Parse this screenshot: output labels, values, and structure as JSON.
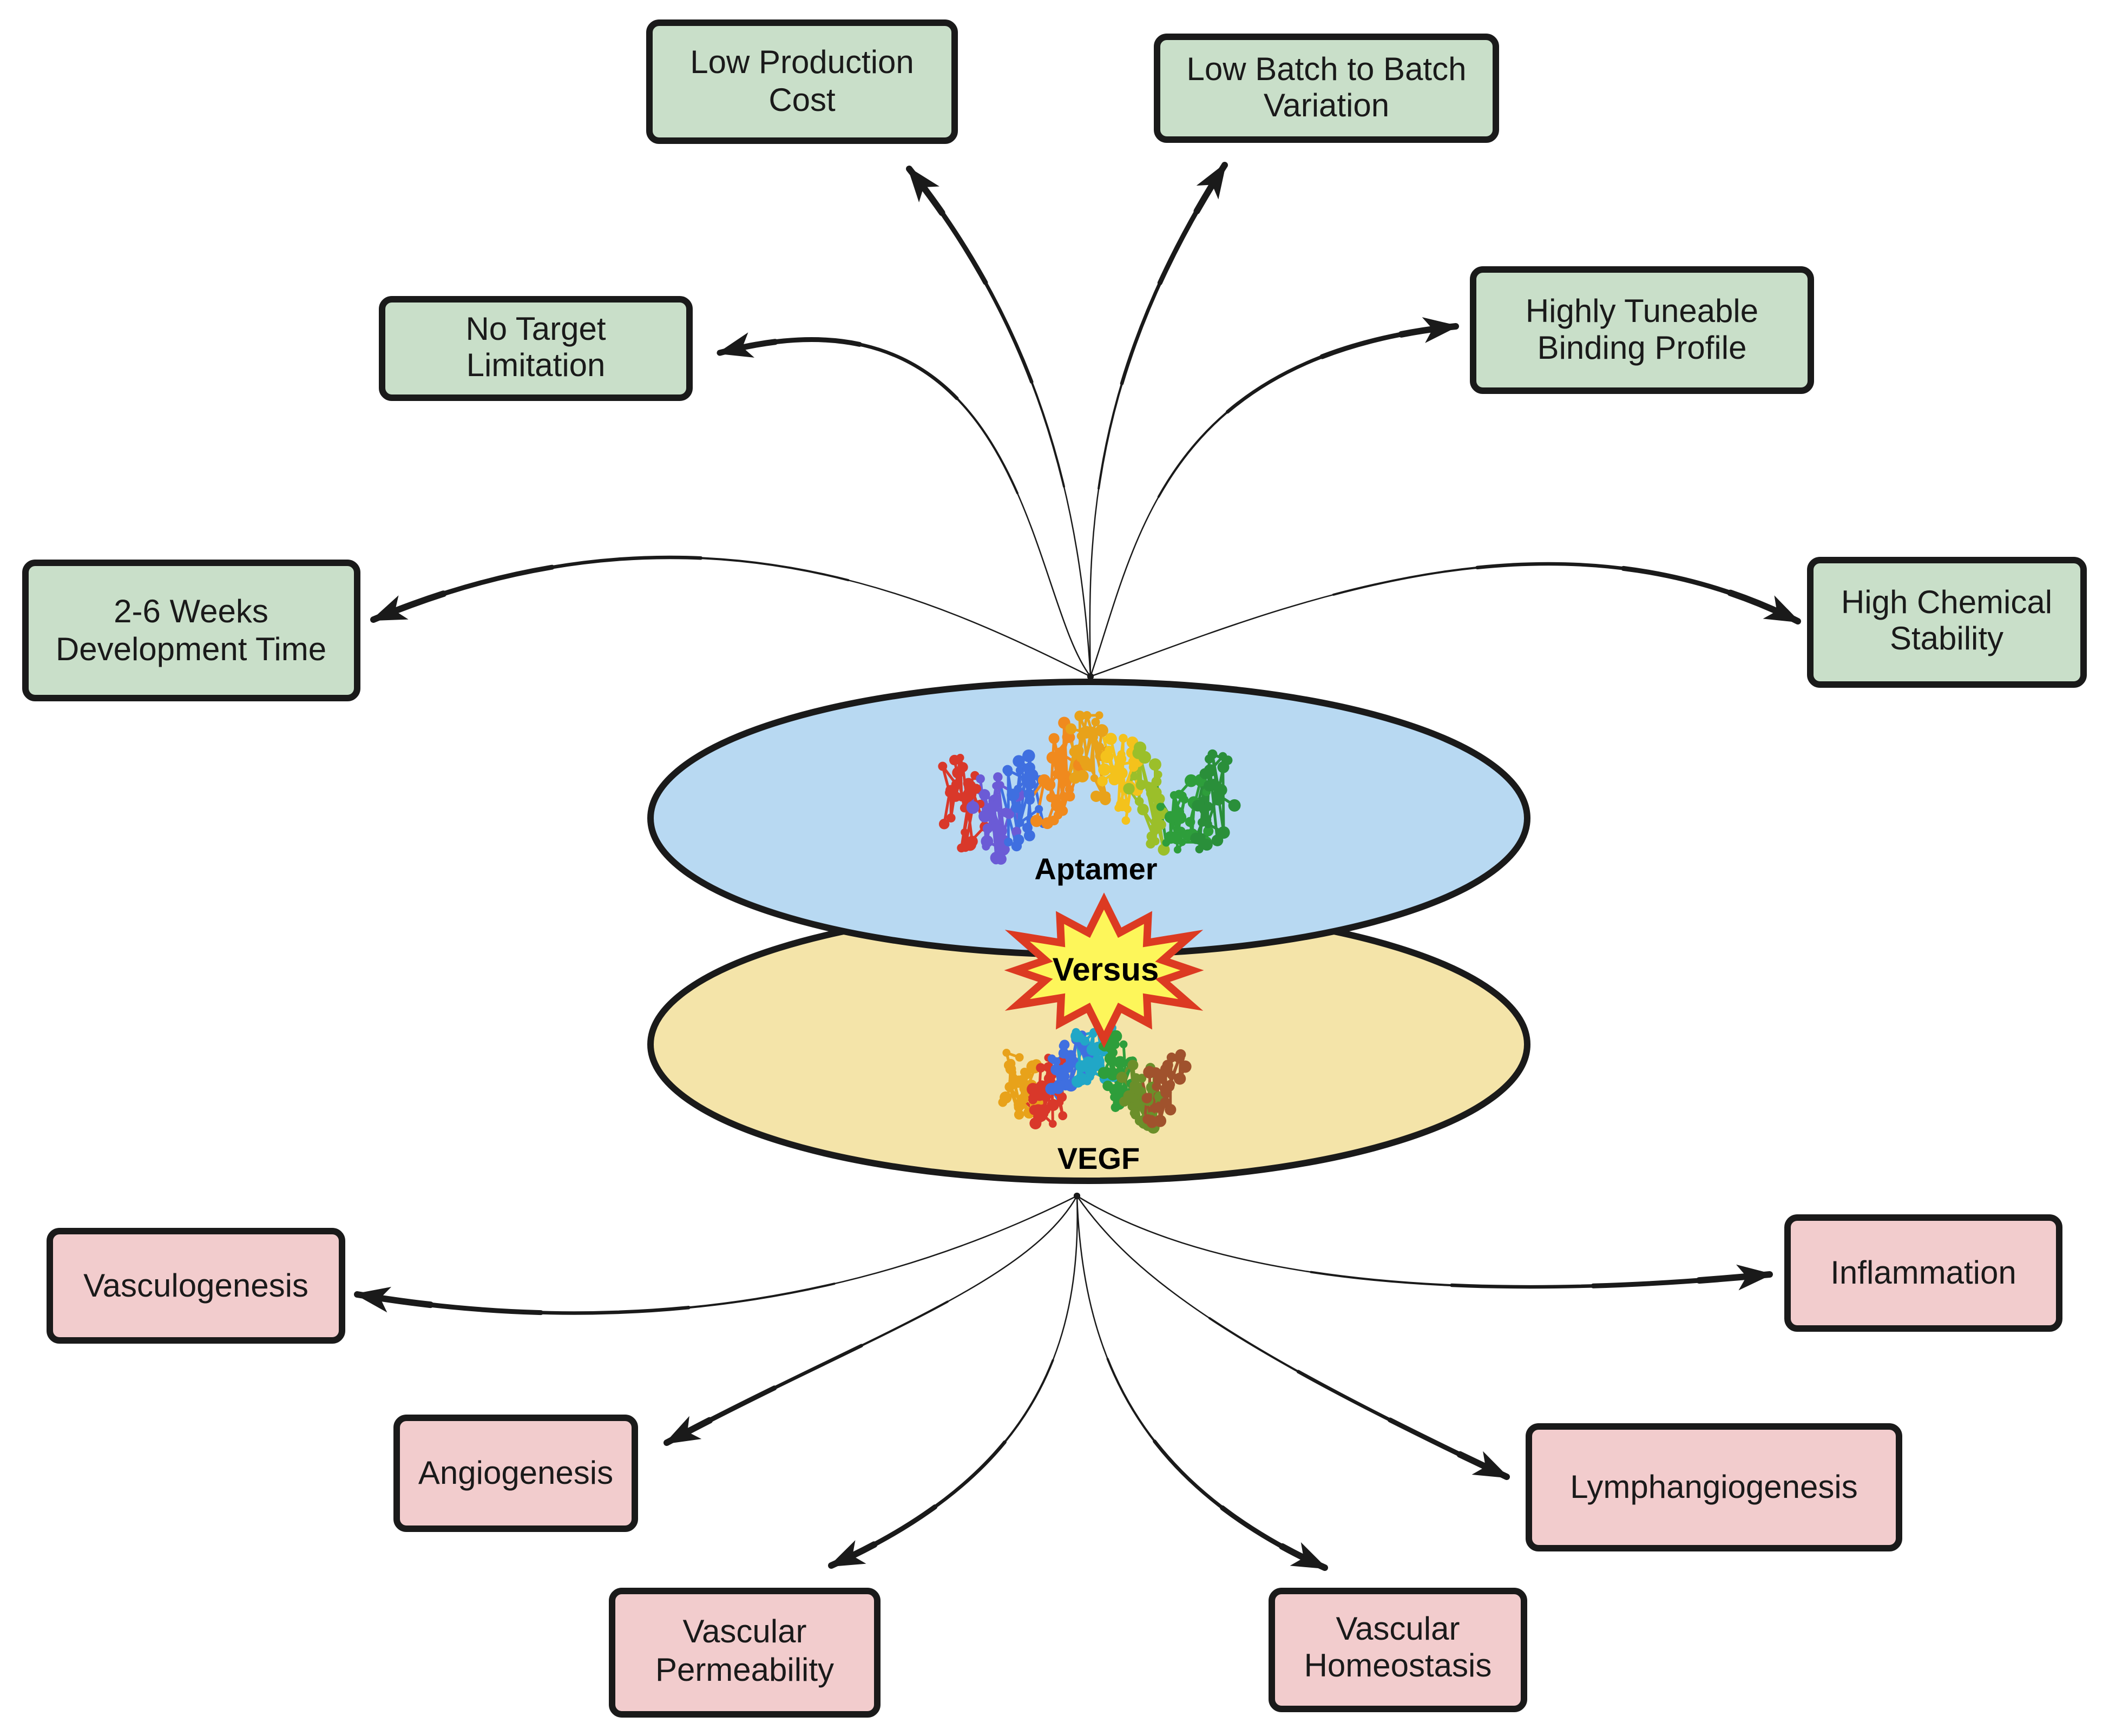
{
  "colors": {
    "advantage_fill": "#c9dfc9",
    "effect_fill": "#f2cccd",
    "aptamer_fill": "#b8d9f2",
    "vegf_fill": "#f4e4a9",
    "versus_fill": "#fdf65a",
    "versus_stroke": "#dc3a22",
    "stroke": "#1a1a1a"
  },
  "center": {
    "aptamer_label": "Aptamer",
    "vegf_label": "VEGF",
    "versus_label": "Versus"
  },
  "advantages": [
    {
      "id": "low-production-cost",
      "lines": [
        "Low Production",
        "Cost"
      ]
    },
    {
      "id": "low-batch-variation",
      "lines": [
        "Low Batch to Batch",
        "Variation"
      ]
    },
    {
      "id": "no-target-limitation",
      "lines": [
        "No Target",
        "Limitation"
      ]
    },
    {
      "id": "highly-tuneable-binding",
      "lines": [
        "Highly Tuneable",
        "Binding Profile"
      ]
    },
    {
      "id": "development-time",
      "lines": [
        "2-6 Weeks",
        "Development Time"
      ]
    },
    {
      "id": "high-chemical-stability",
      "lines": [
        "High Chemical",
        "Stability"
      ]
    }
  ],
  "effects": [
    {
      "id": "vasculogenesis",
      "lines": [
        "Vasculogenesis"
      ]
    },
    {
      "id": "inflammation",
      "lines": [
        "Inflammation"
      ]
    },
    {
      "id": "angiogenesis",
      "lines": [
        "Angiogenesis"
      ]
    },
    {
      "id": "lymphangiogenesis",
      "lines": [
        "Lymphangiogenesis"
      ]
    },
    {
      "id": "vascular-permeability",
      "lines": [
        "Vascular",
        "Permeability"
      ]
    },
    {
      "id": "vascular-homeostasis",
      "lines": [
        "Vascular",
        "Homeostasis"
      ]
    }
  ]
}
